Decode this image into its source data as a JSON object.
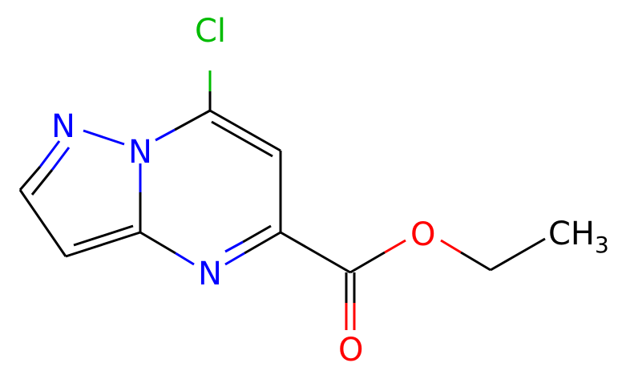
{
  "molecule": {
    "atoms": {
      "cl": {
        "label": "Cl",
        "color": "#00bb00"
      },
      "n_bridge": {
        "label": "N",
        "color": "#0000ff"
      },
      "n_pyrazole": {
        "label": "N",
        "color": "#0000ff"
      },
      "n_pyrimidine": {
        "label": "N",
        "color": "#0000ff"
      },
      "o_ester": {
        "label": "O",
        "color": "#ff0000"
      },
      "o_carbonyl": {
        "label": "O",
        "color": "#ff0000"
      },
      "ch3": {
        "label": "CH",
        "subscript": "3",
        "color": "#000000"
      }
    }
  }
}
